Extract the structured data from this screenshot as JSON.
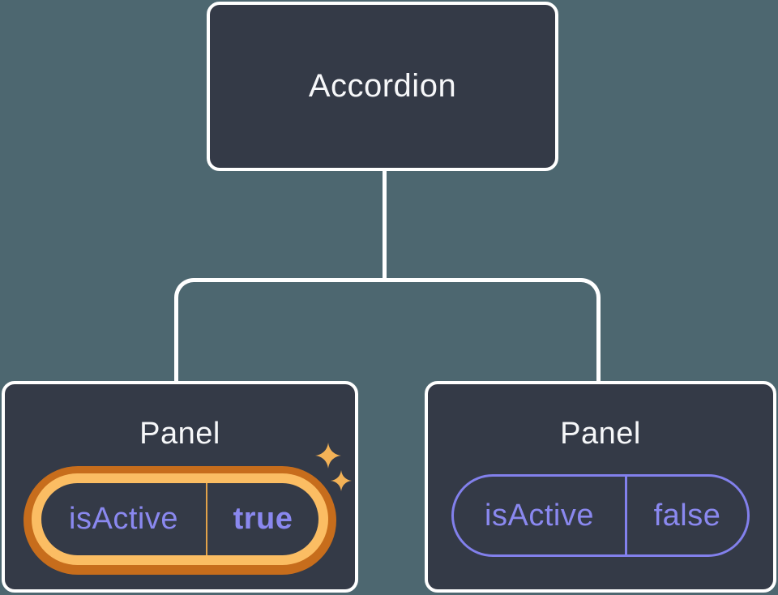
{
  "diagram": {
    "description": "component tree with state",
    "root": {
      "label": "Accordion"
    },
    "panels": [
      {
        "label": "Panel",
        "prop_name": "isActive",
        "prop_value": "true",
        "state": "active-highlighted"
      },
      {
        "label": "Panel",
        "prop_name": "isActive",
        "prop_value": "false",
        "state": "inactive"
      }
    ]
  },
  "icons": {
    "sparkles": "sparkles-icon"
  },
  "colors": {
    "background": "#4d6770",
    "node_fill": "#343a47",
    "node_border": "#ffffff",
    "connector": "#ffffff",
    "title_text": "#f6f7f9",
    "prop_text": "#8a88ef",
    "inactive_pill_border": "#8280ec",
    "highlight_ring_dark": "#c76d1c",
    "highlight_ring_light": "#fbbd63",
    "active_divider": "#e2a24a",
    "sparkle": "#f3b257"
  }
}
